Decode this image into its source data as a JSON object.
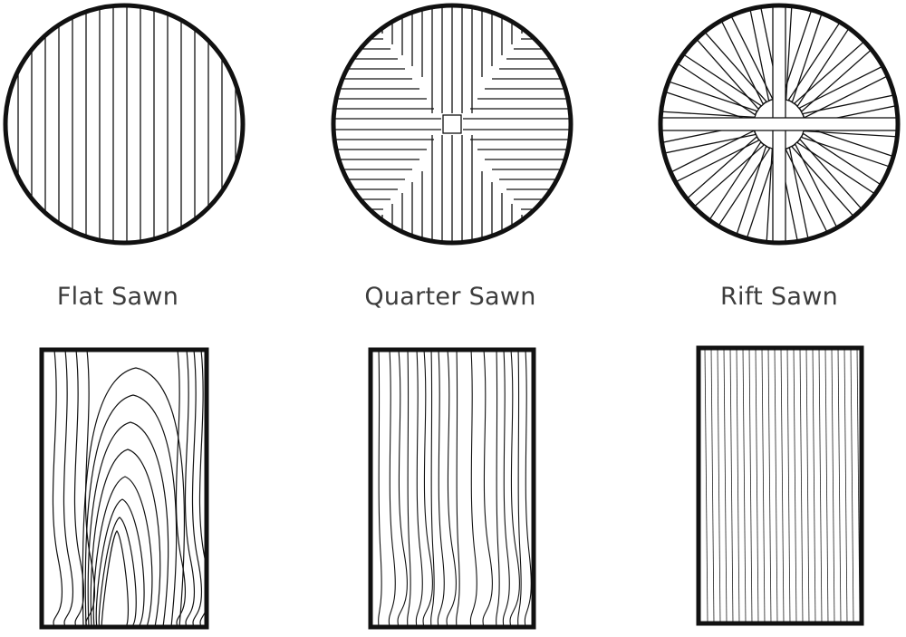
{
  "diagram": {
    "cuts": [
      {
        "name": "Flat Sawn",
        "end_pattern": "parallel-boards",
        "face_pattern": "cathedral-grain"
      },
      {
        "name": "Quarter Sawn",
        "end_pattern": "quadrant-boards",
        "face_pattern": "straight-grain"
      },
      {
        "name": "Rift Sawn",
        "end_pattern": "radial-boards",
        "face_pattern": "fine-straight-grain"
      }
    ]
  },
  "colors": {
    "ink": "#111111",
    "label": "#3c3c3c",
    "background": "#ffffff"
  }
}
